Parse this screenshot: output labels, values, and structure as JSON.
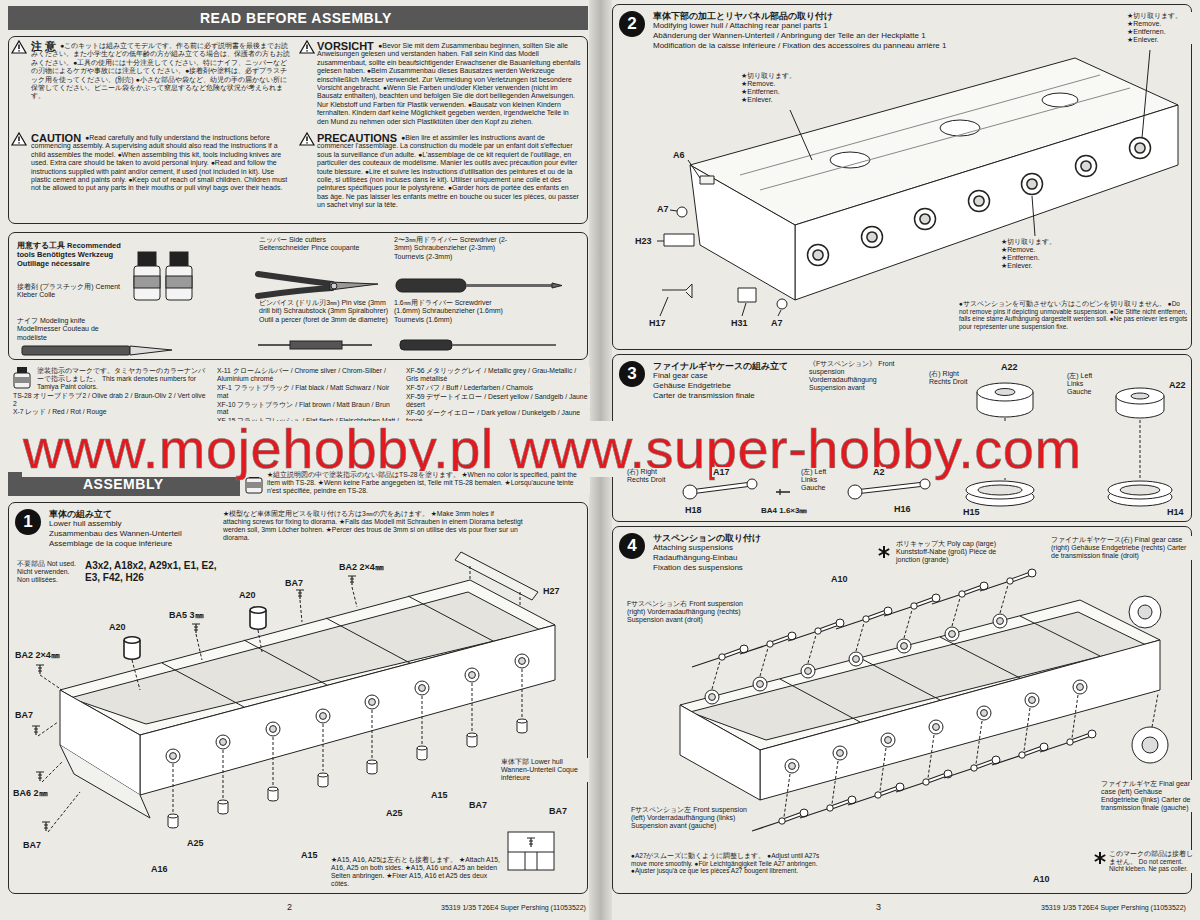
{
  "diagram": {
    "nodes": [
      {
        "text": [
          "READ BEFORE ASSEMBLY"
        ]
      },
      {
        "text": [
          "注 意",
          "●このキットは組み立てモデルです。作る前に必ず説明書を最後までお読みください。また小学生などの低年齢の方が組み立てる場合は、保護者の方もお読みください。●工具の使用には十分注意してください。特にナイフ、ニッパーなどの刃物によるケガや事故には注意してください。●接着剤や塗料は、必ずプラスチック用を使ってください。(別売) ●小さな部品や袋など、幼児の手の届かない所に保管してください。ビニール袋をかぶって窒息するなど危険な状況が考えられます。",
          "VORSICHT",
          "●Bevor Sie mit dem Zusammenbau beginnen, sollten Sie alle Anweisungen gelesen und verstanden haben. Fall sein Kind das Modell zusammenbaut, sollte ein beaufsichtigender Erwachsener die Bauanleitung ebenfalls gelesen haben. ●Beim Zusammenbau dieses Bausatzes werden Werkzeuge einschließlich Messer verwendet. Zur Vermeidung von Verletzungen ist besondere Vorsicht angebracht. ●Wenn Sie Farben und/oder Kleber verwenden (nicht im Bausatz enthalten), beachten und befolgen Sie die dort beiliegenden Anweisungen. Nur Klebstoff und Farben für Plastik verwenden. ●Bausatz von kleinen Kindern fernhalten. Kindern darf keine Möglichkeit gegeben werden, irgendwelche Teile in den Mund zu nehmen oder sich Plastiktüten über den Kopf zu ziehen.",
          "CAUTION",
          "●Read carefully and fully understand the instructions before commencing assembly. A supervising adult should also read the instructions if a child assembles the model. ●When assembling this kit, tools including knives are used. Extra care should be taken to avoid personal injury. ●Read and follow the instructions supplied with paint and/or cement, if used (not included in kit). Use plastic cement and paints only. ●Keep out of reach of small children. Children must not be allowed to put any parts in their mouths or pull vinyl bags over their heads.",
          "PRECAUTIONS",
          "●Bien lire et assimiler les instructions avant de commencer l'assemblage. La construction du modèle par un enfant doit s'effectuer sous la surveillance d'un adulte. ●L'assemblage de ce kit requiert de l'outillage, en particulier des couteaux de modélisme. Manier les outils avec précaution pour éviter toute blessure. ●Lire et suivre les instructions d'utilisation des peintures et ou de la colle, si utilisées (non incluses dans le kit). Utiliser uniquement une colle et des peintures spécifiques pour le polystyrène. ●Garder hors de portée des enfants en bas âge. Ne pas laisser les enfants mettre en bouche ou sucer les pièces, ou passer un sachet vinyl sur la tête."
        ]
      },
      {
        "text": [
          "用意する工具 Recommended tools Benötigtes Werkzeug Outillage nécessaire",
          "接着剤 (プラスチック用) Cement Kleber Colle",
          "ナイフ Modeling knife Modellmesser Couteau de modéliste",
          "ニッパー Side cutters Seitenschneider Pince coupante",
          "ピンバイス (ドリル刃3㎜) Pin vise (3mm drill bit) Schraubstock (3mm Spiralbohrer) Outil a percer (foret de 3mm de diametre)",
          "2〜3㎜用ドライバー Screwdriver (2-3mm) Schraubenzieher (2-3mm) Tournevis (2-3mm)",
          "1.6㎜用ドライバー Screwdriver (1.6mm) Schraubenzieher (1.6mm) Tournevis (1.6mm)"
        ]
      },
      {
        "text": [
          "ASSEMBLY"
        ]
      },
      {
        "text": [
          "車体の組み立て",
          "Lower hull assembly",
          "Zusammenbau des Wannen-Unterteil",
          "Assemblage de la coque inférieure"
        ]
      },
      {
        "text": [
          "1"
        ],
        "in": 4
      },
      {
        "text": [
          "車体下部の加工とリヤパネル部品の取り付け",
          "Modifying lower hull / Attaching rear panel parts 1",
          "Abänderung der Wannen-Unterteil / Anbringung der Teile an der Heckplatte 1",
          "Modification de la caisse inférieure / Fixation des accessoires du panneau arrière 1"
        ]
      },
      {
        "text": [
          "2"
        ],
        "in": 6
      },
      {
        "text": [
          "ファイナルギヤケースの組み立て",
          "Final gear case",
          "Gehäuse Endgetriebe",
          "Carter de transmission finale"
        ]
      },
      {
        "text": [
          "3"
        ],
        "in": 8
      },
      {
        "text": [
          "サスペンションの取り付け",
          "Attaching suspensions",
          "Radaufhängung-Einbau",
          "Fixation des suspensions"
        ]
      },
      {
        "text": [
          "4"
        ],
        "in": 10
      }
    ],
    "labels": [
      "塗装指示のマークです。タミヤカラーのカラーナンバーで指示しました。 This mark denotes numbers for Tamiya Paint colors.",
      "TS-28 オリーブドラブ2 / Olive drab 2 / Braun-Oliv 2 / Vert olive 2",
      "X-7 レッド / Red / Rot / Rouge",
      "X-11 クロームシルバー / Chrome silver / Chrom-Silber / Aluminium chromé",
      "XF-1 フラットブラック / Flat black / Matt Schwarz / Noir mat",
      "XF-10 フラットブラウン / Flat brown / Matt Braun / Brun mat",
      "XF-15 フラットフレッシュ / Flat flesh / Fleischfarben Matt / Chair mate",
      "XF-56 メタリックグレイ / Metallic grey / Grau-Metallic / Gris métallisé",
      "XF-57 バフ / Buff / Lederfarben / Chamois",
      "XF-59 デザートイエロー / Desert yellow / Sandgelb / Jaune désert",
      "XF-60 ダークイエロー / Dark yellow / Dunkelgelb / Jaune foncé",
      "www.mojehobby.pl www.super-hobby.com",
      "★組立説明図の中で塗装指示のない部品はTS-28を塗ります。 ★When no color is specified, paint the item with TS-28. ★Wenn keine Farbe angegeben ist, Teile mit TS-28 bemalen. ★Lorsqu'aucune teinte n'est spécifiée, peindre en TS-28.",
      "★模型など車体固定用ビスを取り付ける方は3㎜の穴をあけます。 ★Make 3mm holes if attaching screws for fixing to diorama. ★Falls das Modell mit Schrauben in einem Diorama befestigt werden soll, 3mm Löcher bohren. ★Percer des trous de 3mm si on utilise des vis pour fixer sur un diorama.",
      "不要部品 Not used. Nicht verwenden. Non utilisées.",
      "A3x2, A18x2, A29x1, E1, E2, E3, F42, H26",
      "BA2 2×4㎜",
      "BA7",
      "A20",
      "H27",
      "BA5 3㎜",
      "A20",
      "BA2 2×4㎜",
      "BA7",
      "車体下部 Lower hull Wannen-Unterteil Coque inférieure",
      "BA7",
      "BA6 2㎜",
      "BA7",
      "A15",
      "A25",
      "A25",
      "BA7",
      "A15",
      "A16",
      "★A15, A16, A25は左右とも接着します。 ★Attach A15, A16, A25 on both sides. ★A15, A16 und A25 an beiden Seiten anbringen. ★Fixer A15, A16 et A25 des deux côtés.",
      "2",
      "35319 1/35 T26E4 Super Pershing (11053522)",
      "★切り取ります。 ★Remove. ★Entfernen. ★Enlever.",
      "★切り取ります。 ★Remove. ★Entfernen. ★Enlever.",
      "A6",
      "A7",
      "H23",
      "★切り取ります。 ★Remove. ★Entfernen. ★Enlever.",
      "H17",
      "H31",
      "A7",
      "●サスペンションを可動させない方はこのピンを切り取りません。 ●Do not remove pins if depicting unmovable suspension. ●Die Stifte nicht entfernen, falls eine starre Aufhängung dargestellt werden soll. ●Ne pas enlever les ergots pour représenter une suspension fixe.",
      "《Fサスペンション》 Front suspension Vorderradaufhängung Suspension avant",
      "(右) Right Rechts Droit",
      "A22",
      "(左) Left Links Gauche",
      "A22",
      "(右) Right Rechts Droit",
      "A17",
      "(左) Left Links Gauche",
      "A2",
      "H18",
      "BA4 1.6×3㎜",
      "H16",
      "H15",
      "H14",
      "A10",
      "ポリキャップ大 Poly cap (large) Kunststoff-Nabe (groß) Pièce de jonction (grande)",
      "ファイナルギヤケース(右) Final gear case (right) Gehäuse Endgetriebe (rechts) Carter de transmission finale (droit)",
      "Fサスペンション右 Front suspension (right) Vorderradaufhängung (rechts) Suspension avant (droit)",
      "ファイナルギヤ左 Final gear case (left) Gehäuse Endgetriebe (links) Carter de transmission finale (gauche)",
      "Fサスペンション左 Front suspension (left) Vorderradaufhängung (links) Suspension avant (gauche)",
      "●A27がスムーズに動くように調整します。 ●Adjust until A27s move more smoothly. ●Für Leichtgängigkeit Teile A27 anbringen. ●Ajuster jusqu'à ce que les pièces A27 bougent librement.",
      "A10",
      "このマークの部品は接着しません。 Do not cement. Nicht kleben. Ne pas coller.",
      "3",
      "35319 1/35 T26E4 Super Pershing (11053522)"
    ]
  }
}
